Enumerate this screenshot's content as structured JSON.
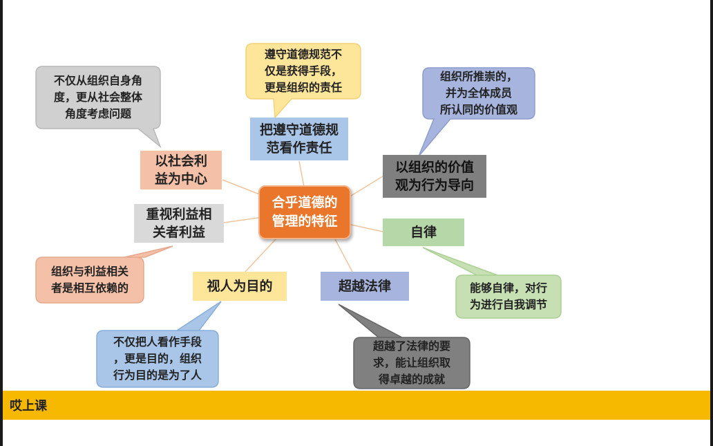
{
  "center": {
    "line1": "合乎道德的",
    "line2": "管理的特征"
  },
  "characteristics": [
    {
      "id": "social",
      "line1": "以社会利",
      "line2": "益为中心",
      "color": "#f4c0a8"
    },
    {
      "id": "responsibility",
      "line1": "把遵守道德规",
      "line2": "范看作责任",
      "color": "#a9c6e8"
    },
    {
      "id": "values",
      "line1": "以组织的价值",
      "line2": "观为行为导向",
      "color": "#7f7f7f"
    },
    {
      "id": "stakeholders",
      "line1": "重视利益相",
      "line2": "关者利益",
      "color": "#d9d9d9"
    },
    {
      "id": "selfdiscipline",
      "line1": "自律",
      "line2": "",
      "color": "#b6d7a8"
    },
    {
      "id": "people",
      "line1": "视人为目的",
      "line2": "",
      "color": "#fde59a"
    },
    {
      "id": "beyondlaw",
      "line1": "超越法律",
      "line2": "",
      "color": "#a7b4dd"
    }
  ],
  "callouts": [
    {
      "id": "social",
      "lines": [
        "不仅从组织自身角",
        "度，更从社会整体",
        "角度考虑问题"
      ],
      "color": "#d0d0d0"
    },
    {
      "id": "responsibility",
      "lines": [
        "遵守道德规范不",
        "仅是获得手段，",
        "更是组织的责任"
      ],
      "color": "#fde59a"
    },
    {
      "id": "values",
      "lines": [
        "组织所推崇的，",
        "并为全体成员",
        "所认同的价值观"
      ],
      "color": "#a7b4dd"
    },
    {
      "id": "stakeholders",
      "lines": [
        "组织与利益相关",
        "者是相互依赖的"
      ],
      "color": "#f4c0a8"
    },
    {
      "id": "selfdiscipline",
      "lines": [
        "能够自律，对行",
        "为进行自我调节"
      ],
      "color": "#c6e0b4"
    },
    {
      "id": "people",
      "lines": [
        "不仅把人看作手段",
        "，更是目的，组织",
        "行为目的是为了人"
      ],
      "color": "#a9c6e8"
    },
    {
      "id": "beyondlaw",
      "lines": [
        "超越了法律的要",
        "求，能让组织取",
        "得卓越的成就"
      ],
      "color": "#808080"
    }
  ],
  "footer": {
    "label": "哎上课",
    "color": "#f7b800"
  }
}
